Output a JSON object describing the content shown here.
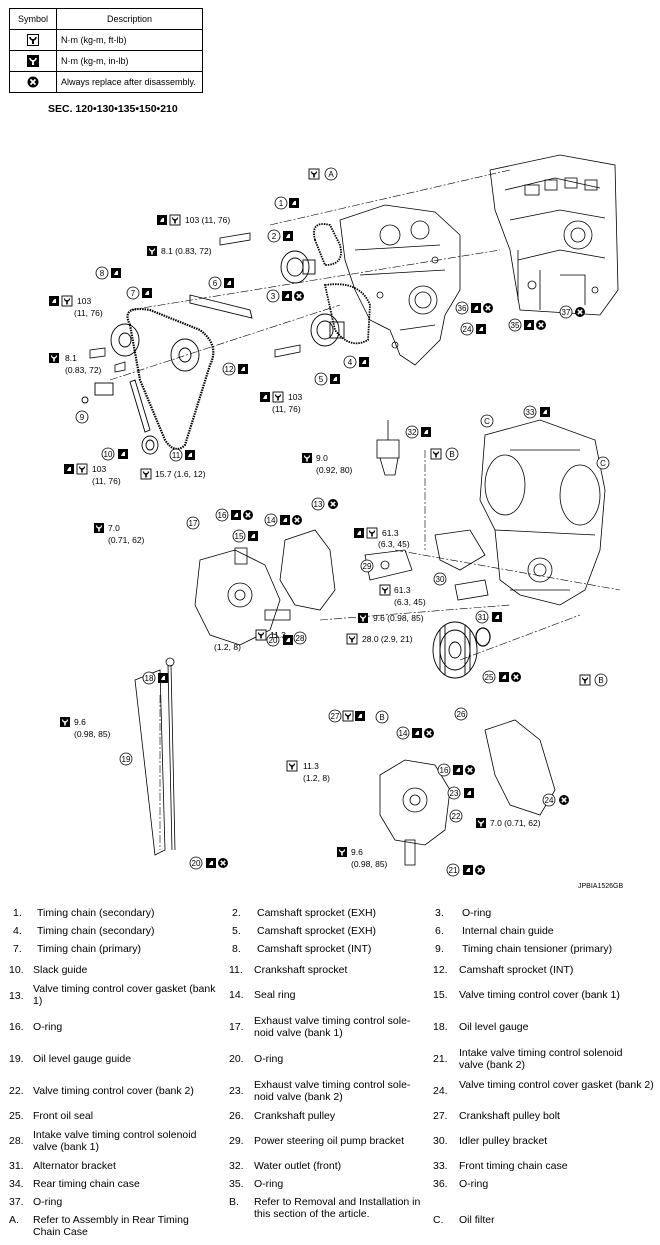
{
  "legend": {
    "header": {
      "symbol": "Symbol",
      "description": "Description"
    },
    "rows": [
      {
        "icon": "torque-wrench-icon",
        "description": "N·m (kg-m, ft-lb)"
      },
      {
        "icon": "torque-wrench-inlb-icon",
        "description": "N·m (kg-m, in-lb)"
      },
      {
        "icon": "replace-x-icon",
        "description": "Always replace after disassembly."
      }
    ]
  },
  "section": "SEC. 120•130•135•150•210",
  "diagram_id": "JPBIA1526GB",
  "torques": {
    "t103a": "103 (11, 76)",
    "t81a": "8.1 (0.83, 72)",
    "t103b": "103",
    "t103b2": "(11, 76)",
    "t81b": "8.1",
    "t81b2": "(0.83, 72)",
    "t103c": "103",
    "t103c2": "(11, 76)",
    "t157": "15.7 (1.6, 12)",
    "t103d": "103",
    "t103d2": "(11, 76)",
    "t90": "9.0",
    "t902": "(0.92, 80)",
    "t70a": "7.0",
    "t70a2": "(0.71, 62)",
    "t613a": "61.3",
    "t613a2": "(6.3, 45)",
    "t613b": "61.3",
    "t613b2": "(6.3, 45)",
    "t96a": "9.6 (0.98, 85)",
    "t113a": "11.3",
    "t113a2": "(1.2, 8)",
    "t280": "28.0 (2.9, 21)",
    "t96b": "9.6",
    "t96b2": "(0.98, 85)",
    "t113b": "11.3",
    "t113b2": "(1.2, 8)",
    "t70b": "7.0 (0.71, 62)",
    "t96c": "9.6",
    "t96c2": "(0.98, 85)"
  },
  "callout_letters": {
    "a": "A",
    "b": "B",
    "c": "C"
  },
  "parts": [
    {
      "no": "1.",
      "name": "Timing chain (secondary)"
    },
    {
      "no": "2.",
      "name": "Camshaft sprocket (EXH)"
    },
    {
      "no": "3.",
      "name": "O-ring"
    },
    {
      "no": "4.",
      "name": "Timing chain (secondary)"
    },
    {
      "no": "5.",
      "name": "Camshaft sprocket (EXH)"
    },
    {
      "no": "6.",
      "name": "Internal chain guide"
    },
    {
      "no": "7.",
      "name": "Timing chain (primary)"
    },
    {
      "no": "8.",
      "name": "Camshaft sprocket (INT)"
    },
    {
      "no": "9.",
      "name": "Timing chain tensioner (primary)"
    },
    {
      "no": "10.",
      "name": "Slack guide"
    },
    {
      "no": "11.",
      "name": "Crankshaft sprocket"
    },
    {
      "no": "12.",
      "name": "Camshaft sprocket (INT)"
    },
    {
      "no": "13.",
      "name": "Valve timing control cover gasket (bank 1)"
    },
    {
      "no": "14.",
      "name": "Seal ring"
    },
    {
      "no": "15.",
      "name": "Valve timing control cover (bank 1)"
    },
    {
      "no": "16.",
      "name": "O-ring"
    },
    {
      "no": "17.",
      "name": "Exhaust valve timing control sole-noid valve (bank 1)"
    },
    {
      "no": "18.",
      "name": "Oil level gauge"
    },
    {
      "no": "19.",
      "name": "Oil level gauge guide"
    },
    {
      "no": "20.",
      "name": "O-ring"
    },
    {
      "no": "21.",
      "name": "Intake valve timing control solenoid valve (bank 2)"
    },
    {
      "no": "22.",
      "name": "Valve timing control cover (bank 2)"
    },
    {
      "no": "23.",
      "name": "Exhaust valve timing control sole-noid valve (bank 2)"
    },
    {
      "no": "24.",
      "name": "Valve timing control cover gasket (bank 2)"
    },
    {
      "no": "25.",
      "name": "Front oil seal"
    },
    {
      "no": "26.",
      "name": "Crankshaft pulley"
    },
    {
      "no": "27.",
      "name": "Crankshaft pulley bolt"
    },
    {
      "no": "28.",
      "name": "Intake valve timing control solenoid valve (bank 1)"
    },
    {
      "no": "29.",
      "name": "Power steering oil pump bracket"
    },
    {
      "no": "30.",
      "name": "Idler pulley bracket"
    },
    {
      "no": "31.",
      "name": "Alternator bracket"
    },
    {
      "no": "32.",
      "name": "Water outlet (front)"
    },
    {
      "no": "33.",
      "name": "Front timing chain case"
    },
    {
      "no": "34.",
      "name": "Rear timing chain case"
    },
    {
      "no": "35.",
      "name": "O-ring"
    },
    {
      "no": "36.",
      "name": "O-ring"
    },
    {
      "no": "37.",
      "name": "O-ring"
    },
    {
      "no": "B.",
      "name": "Refer to Removal and Installation in this section of the article."
    },
    {
      "no": "A.",
      "name": "Refer to Assembly in Rear Timing Chain Case"
    },
    {
      "no": "C.",
      "name": "Oil filter"
    }
  ]
}
